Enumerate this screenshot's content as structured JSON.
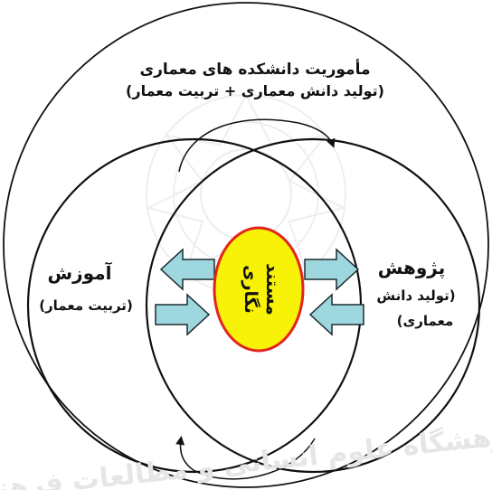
{
  "title": {
    "line1": "مأموریت دانشکده های معماری",
    "line2": "(تولید دانش معماری + تربیت معمار)"
  },
  "left_circle": {
    "label": "آموزش",
    "sub": "(تربیت معمار)"
  },
  "right_circle": {
    "label": "پژوهش",
    "sub1": "(تولید دانش",
    "sub2": "معماری)"
  },
  "center": {
    "line1": "مستند",
    "line2": "نگاری"
  },
  "watermark": "پژوهشگاه علوم انسانی و مطالعات فرهنگی",
  "colors": {
    "circle_stroke": "#111111",
    "center_fill": "#f7f207",
    "center_stroke": "#e0261c",
    "arrow_fill": "#9ed8de",
    "arrow_stroke": "#1c2a30",
    "watermark": "#e6e6e6"
  }
}
